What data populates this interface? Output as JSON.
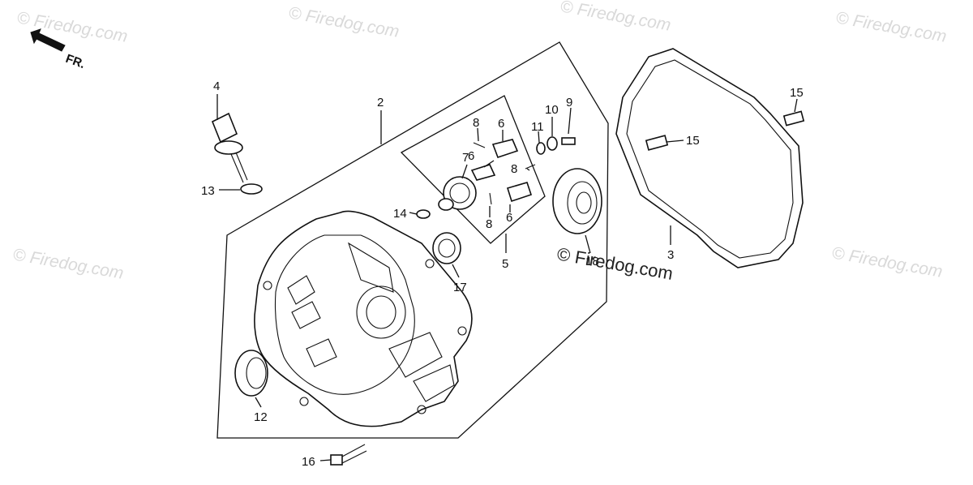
{
  "watermark": {
    "text": "© Firedog.com"
  },
  "direction_indicator": {
    "label": "FR."
  },
  "callouts": {
    "c1": "2",
    "c2": "3",
    "c3": "4",
    "c4": "5",
    "c5": "6",
    "c6": "6",
    "c7": "6",
    "c8": "7",
    "c9": "8",
    "c10": "8",
    "c11": "8",
    "c12": "9",
    "c13": "10",
    "c14": "11",
    "c15": "12",
    "c16": "13",
    "c17": "14",
    "c18": "15",
    "c19": "15",
    "c20": "16",
    "c21": "17",
    "c22": "18"
  }
}
